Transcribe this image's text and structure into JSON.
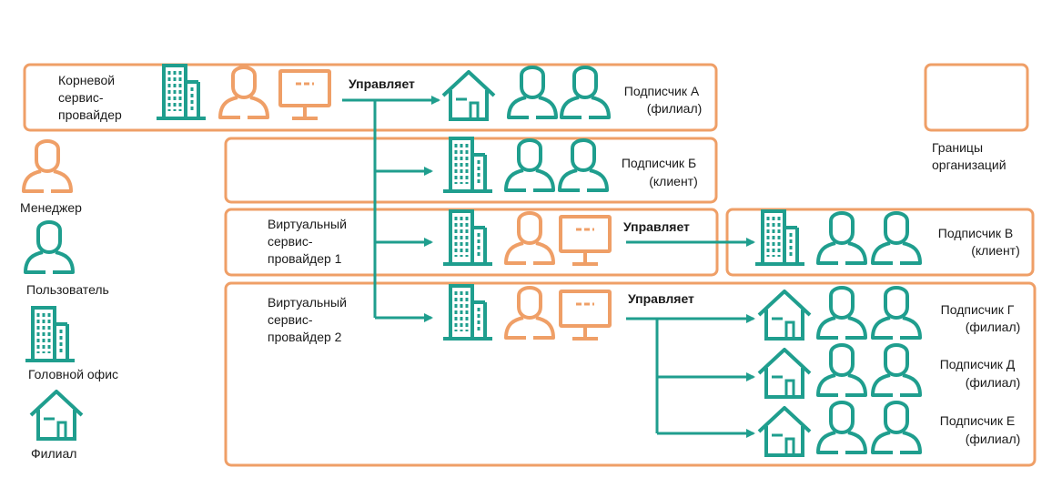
{
  "colors": {
    "teal": "#1f9e8e",
    "orange": "#ef9f67",
    "text": "#1a1a1a"
  },
  "legend": {
    "manager": "Менеджер",
    "user": "Пользователь",
    "head_office": "Головной офис",
    "branch": "Филиал",
    "boundaries_line1": "Границы",
    "boundaries_line2": "организаций"
  },
  "root_provider": {
    "line1": "Корневой",
    "line2": "сервис-",
    "line3": "провайдер"
  },
  "virtual_provider_1": {
    "line1": "Виртуальный",
    "line2": "сервис-",
    "line3": "провайдер 1"
  },
  "virtual_provider_2": {
    "line1": "Виртуальный",
    "line2": "сервис-",
    "line3": "провайдер 2"
  },
  "manages_label": "Управляет",
  "subscribers": {
    "a": {
      "name": "Подписчик А",
      "type": "(филиал)"
    },
    "b": {
      "name": "Подписчик Б",
      "type": "(клиент)"
    },
    "v": {
      "name": "Подписчик В",
      "type": "(клиент)"
    },
    "g": {
      "name": "Подписчик Г",
      "type": "(филиал)"
    },
    "d": {
      "name": "Подписчик Д",
      "type": "(филиал)"
    },
    "e": {
      "name": "Подписчик Е",
      "type": "(филиал)"
    }
  }
}
